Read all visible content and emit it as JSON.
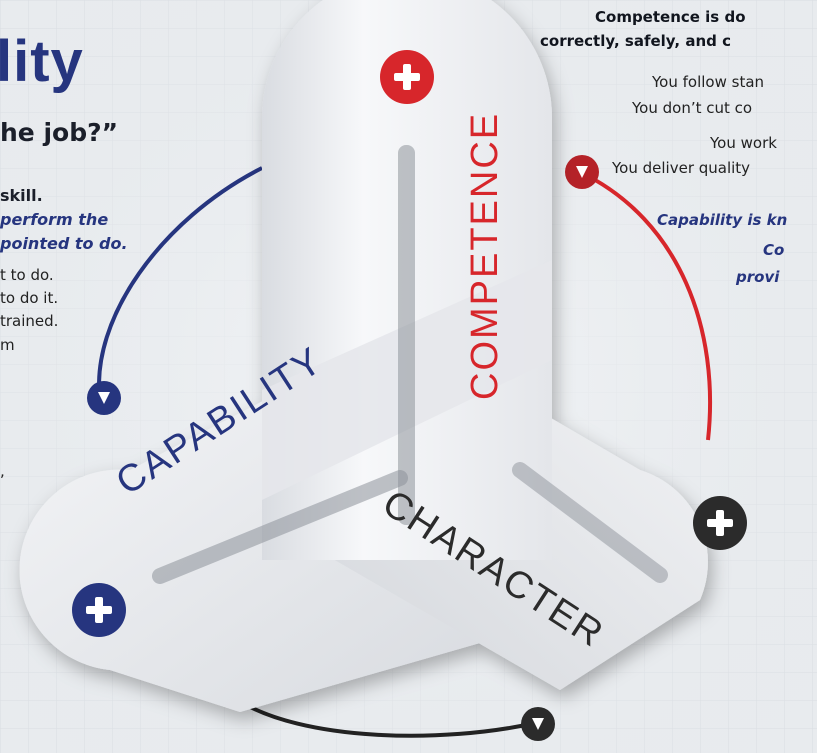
{
  "colors": {
    "competence": "#d7262b",
    "capability": "#26357f",
    "character": "#2b2b2b",
    "ribbon": "#f2f3f5",
    "background": "#e9ecef"
  },
  "left_panel": {
    "title_fragment": "lity",
    "question_fragment": "he job?”",
    "skill_fragment": "skill.",
    "italic_line_1": "perform the",
    "italic_line_2": "pointed to do.",
    "list": [
      "t to do.",
      "to do it.",
      "trained.",
      "m"
    ],
    "trailing": ","
  },
  "right_panel": {
    "heading_line_1": "Competence is do",
    "heading_line_2": "correctly, safely, and c",
    "lines": [
      "You follow stan",
      "You don’t cut co",
      "You work",
      "You deliver quality"
    ],
    "italic_1": "Capability is kn",
    "italic_2": "Co",
    "italic_3": "provi"
  },
  "diagram": {
    "loops": [
      {
        "label": "COMPETENCE",
        "color": "competence",
        "icon": "plus-icon"
      },
      {
        "label": "CAPABILITY",
        "color": "capability",
        "icon": "plus-icon"
      },
      {
        "label": "CHARACTER",
        "color": "character",
        "icon": "plus-icon"
      }
    ],
    "cycle_arrows": [
      "capability-to-competence",
      "competence-to-character",
      "character-to-capability"
    ]
  }
}
